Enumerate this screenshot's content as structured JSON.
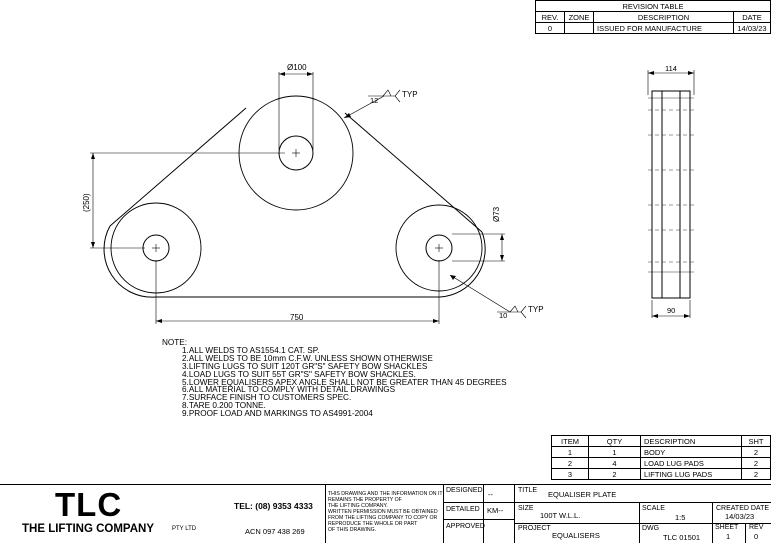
{
  "revision_table": {
    "title": "REVISION TABLE",
    "headers": [
      "REV.",
      "ZONE",
      "DESCRIPTION",
      "DATE"
    ],
    "rows": [
      [
        "0",
        "",
        "ISSUED FOR MANUFACTURE",
        "14/03/23"
      ]
    ]
  },
  "dimensions": {
    "top_hole_dia": "Ø100",
    "right_hole_dia": "Ø73",
    "height": "(250)",
    "width": "750",
    "side_width": "114",
    "side_bottom": "90",
    "weld_top": "12",
    "weld_bottom": "10",
    "typ_label": "TYP"
  },
  "notes": {
    "heading": "NOTE:",
    "items": [
      "1.ALL WELDS TO AS1554.1 CAT. SP.",
      "2.ALL WELDS TO BE 10mm C.F.W. UNLESS SHOWN OTHERWISE",
      "3.LIFTING LUGS TO SUIT 120T GR\"S\" SAFETY BOW SHACKLES",
      "4.LOAD LUGS TO SUIT 55T GR\"S\" SAFETY BOW SHACKLES.",
      "5.LOWER EQUALISERS APEX ANGLE SHALL NOT BE GREATER THAN 45 DEGREES",
      "6.ALL MATERIAL TO COMPLY WITH DETAIL DRAWINGS",
      "7.SURFACE FINISH TO CUSTOMERS SPEC.",
      "8.TARE 0.200 TONNE.",
      "9.PROOF LOAD AND MARKINGS TO AS4991-2004"
    ]
  },
  "parts_list": {
    "headers": [
      "ITEM",
      "QTY",
      "DESCRIPTION",
      "SHT"
    ],
    "rows": [
      [
        "1",
        "1",
        "BODY",
        "2"
      ],
      [
        "2",
        "4",
        "LOAD LUG PADS",
        "2"
      ],
      [
        "3",
        "2",
        "LIFTING LUG PADS",
        "2"
      ]
    ]
  },
  "title_block": {
    "logo": "TLC",
    "company": "THE LIFTING COMPANY",
    "pty": "PTY LTD",
    "tel": "TEL: (08) 9353 4333",
    "acn": "ACN 097 438 269",
    "copyright": [
      "THIS DRAWING AND THE INFORMATION ON IT",
      "REMAINS THE PROPERTY OF",
      "THE LIFTING COMPANY.",
      "WRITTEN PERMISSION MUST BE OBTAINED",
      "FROM THE LIFTING COMPANY TO COPY OR",
      "REPRODUCE THE WHOLE OR PART",
      "OF THIS DRAWING."
    ],
    "designed_label": "DESIGNED",
    "designed_value": "--",
    "detailed_label": "DETAILED",
    "detailed_value": "KM--",
    "approved_label": "APPROVED",
    "title_label": "TITLE",
    "title_value": "EQUALISER PLATE",
    "size_label": "SIZE",
    "size_value": "100T W.L.L.",
    "scale_label": "SCALE",
    "scale_value": "1:5",
    "created_label": "CREATED DATE",
    "created_value": "14/03/23",
    "project_label": "PROJECT",
    "project_value": "EQUALISERS",
    "dwg_label": "DWG",
    "dwg_value": "TLC 01501",
    "sheet_label": "SHEET",
    "sheet_value": "1",
    "rev_label": "REV",
    "rev_value": "0"
  }
}
